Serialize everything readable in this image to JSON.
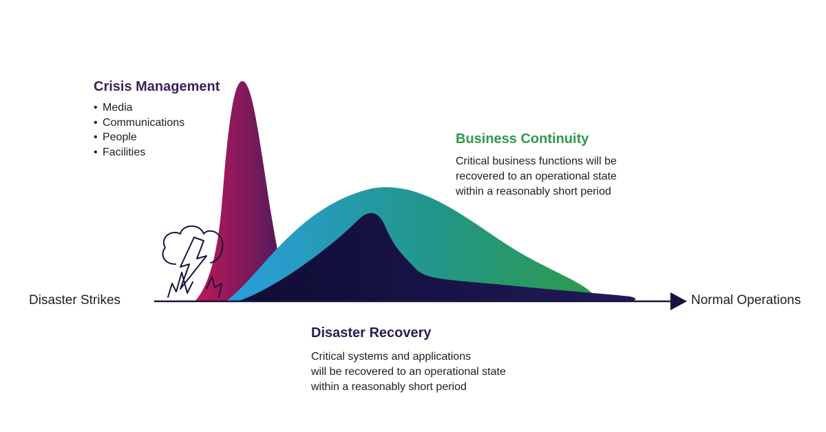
{
  "crisis": {
    "title": "Crisis Management",
    "items": [
      "Media",
      "Communications",
      "People",
      "Facilities"
    ]
  },
  "business_continuity": {
    "title": "Business Continuity",
    "lines": [
      "Critical business functions will be",
      "recovered to an operational state",
      "within a reasonably short period"
    ]
  },
  "disaster_recovery": {
    "title": "Disaster Recovery",
    "lines": [
      "Critical systems and applications",
      "will be recovered to an operational state",
      "within a reasonably short period"
    ]
  },
  "timeline": {
    "start_label": "Disaster Strikes",
    "end_label": "Normal Operations"
  },
  "icons": {
    "disaster": "storm-cloud-lightning-icon",
    "arrow": "arrow-right-icon"
  },
  "colors": {
    "crisis_start": "#c0175a",
    "crisis_end": "#4a1b5c",
    "bc_start": "#2a9fe0",
    "bc_end": "#2e9a4a",
    "dr_fill": "#120e3c",
    "axis": "#16143f"
  }
}
